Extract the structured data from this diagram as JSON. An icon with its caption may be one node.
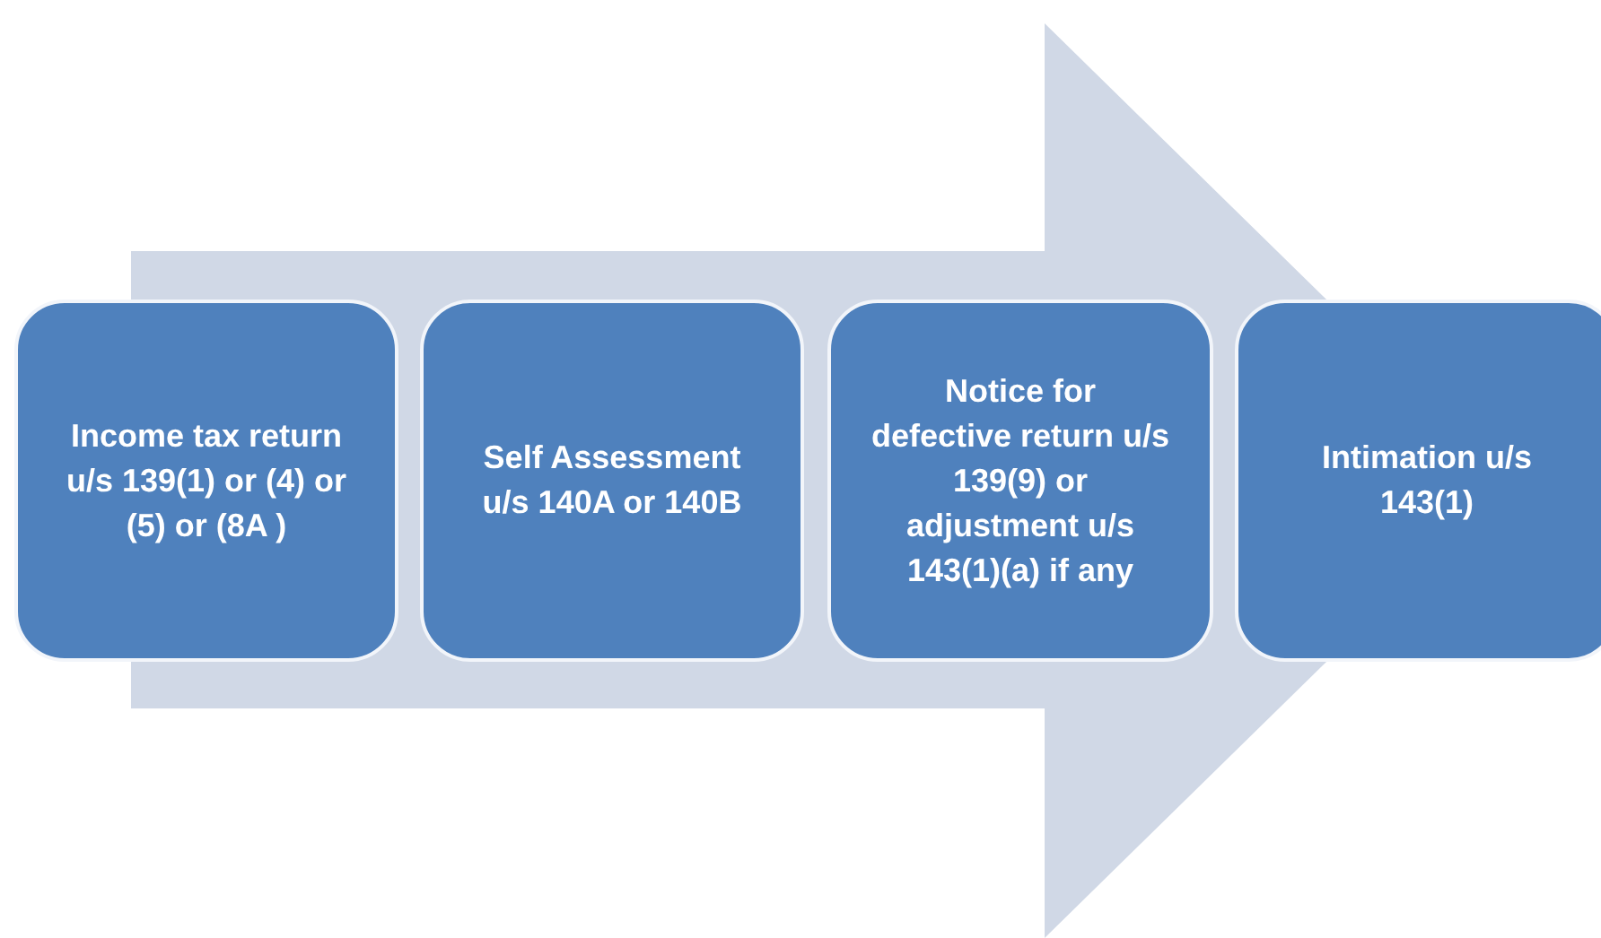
{
  "diagram": {
    "nodes": [
      {
        "text": [
          "Income tax return u/s 139(1) or (4) or (5) or (8A )"
        ]
      },
      {
        "text": [
          "Self Assessment u/s 140A or 140B"
        ]
      },
      {
        "text": [
          "Notice  for defective return u/s 139(9) or adjustment u/s 143(1)(a) if any"
        ]
      },
      {
        "text": [
          "Intimation u/s 143(1)"
        ]
      }
    ],
    "edges": [
      {
        "from": 0,
        "to": 3,
        "arrow": "to"
      }
    ]
  }
}
